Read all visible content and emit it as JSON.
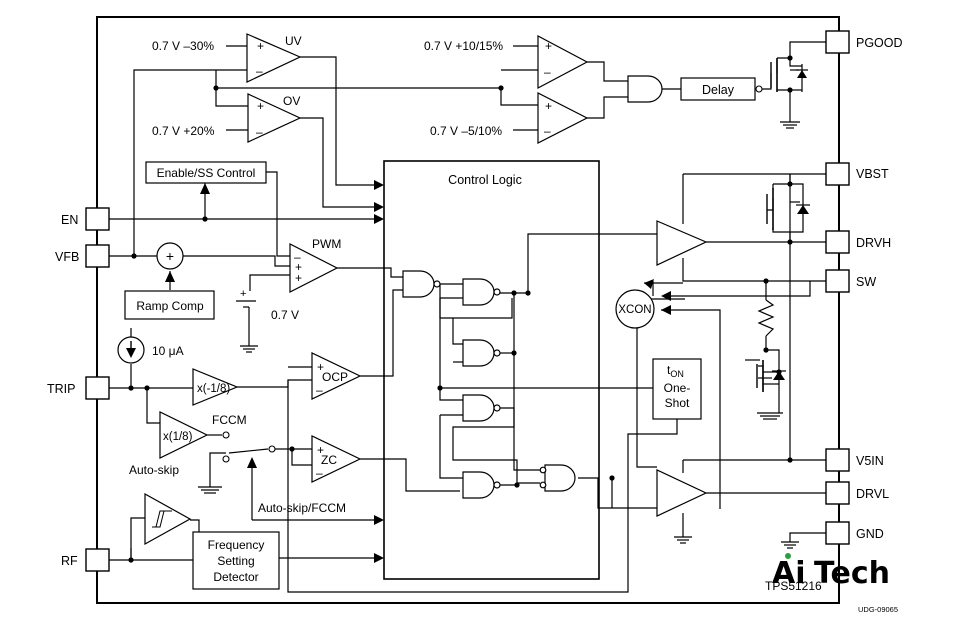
{
  "pins_left": {
    "en": "EN",
    "vfb": "VFB",
    "trip": "TRIP",
    "rf": "RF"
  },
  "pins_right": {
    "pgood": "PGOOD",
    "vbst": "VBST",
    "drvh": "DRVH",
    "sw": "SW",
    "v5in": "V5IN",
    "drvl": "DRVL",
    "gnd": "GND"
  },
  "blocks": {
    "uv": "UV",
    "ov": "OV",
    "pwm": "PWM",
    "ocp": "OCP",
    "zc": "ZC",
    "enable_ss": "Enable/SS Control",
    "ramp_comp": "Ramp Comp",
    "delay": "Delay",
    "control_logic": "Control Logic",
    "xcon": "XCON",
    "ton_t": "t",
    "ton_sub": "ON",
    "ton_line2": "One-",
    "ton_line3": "Shot",
    "freq_line1": "Frequency",
    "freq_line2": "Setting",
    "freq_line3": "Detector",
    "div8": "x(-1/8)",
    "mul8": "x(1/8)"
  },
  "labels": {
    "uv_ref": "0.7 V –30%",
    "ov_ref": "0.7 V +20%",
    "pg_hi_ref": "0.7 V +10/15%",
    "pg_lo_ref": "0.7 V –5/10%",
    "pwm_ref": "0.7 V",
    "current": "10 μA",
    "fccm": "FCCM",
    "auto_skip": "Auto-skip",
    "auto_skip_fccm": "Auto-skip/FCCM",
    "part": "TPS51216",
    "doc_id": "UDG-09065",
    "plus": "+",
    "minus": "–"
  },
  "watermark": {
    "ai": "Ai",
    "tech": "Tech"
  },
  "colors": {
    "line": "#000000",
    "watermark_green": "#2e9e3a",
    "watermark_gray": "#5a5a5a"
  }
}
